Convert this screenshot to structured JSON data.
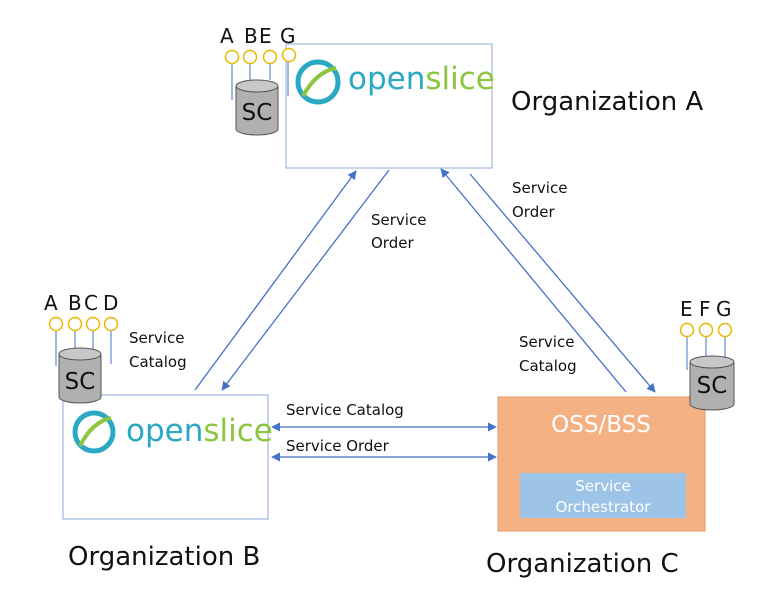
{
  "organizations": {
    "a": {
      "name": "Organization A",
      "brand_open": "open",
      "brand_slice": "slice"
    },
    "b": {
      "name": "Organization B",
      "brand_open": "open",
      "brand_slice": "slice"
    },
    "c": {
      "name": "Organization C",
      "system": "OSS/BSS",
      "orchestrator_line1": "Service",
      "orchestrator_line2": "Orchestrator"
    }
  },
  "catalogs": {
    "a": {
      "label": "SC",
      "letters": [
        "A",
        "B",
        "E",
        "G"
      ]
    },
    "b": {
      "label": "SC",
      "letters": [
        "A",
        "B",
        "C",
        "D"
      ]
    },
    "c": {
      "label": "SC",
      "letters": [
        "E",
        "F",
        "G"
      ]
    }
  },
  "edges": {
    "ab_order": {
      "line1": "Service",
      "line2": "Order"
    },
    "b_catalog": {
      "line1": "Service",
      "line2": "Catalog"
    },
    "ca_order": {
      "line1": "Service",
      "line2": "Order"
    },
    "ca_catalog": {
      "line1": "Service",
      "line2": "Catalog"
    },
    "bc_catalog": "Service Catalog",
    "bc_order": "Service Order"
  },
  "colors": {
    "arrow": "#4472c4",
    "box_border": "#8faadc",
    "oss_fill": "#f4b183",
    "orchestrator_fill": "#9dc3e6",
    "connector_circle": "#e6b800",
    "cylinder": "#b0b0b0",
    "brand_teal": "#2aa8c4",
    "brand_green": "#8cc63f"
  }
}
